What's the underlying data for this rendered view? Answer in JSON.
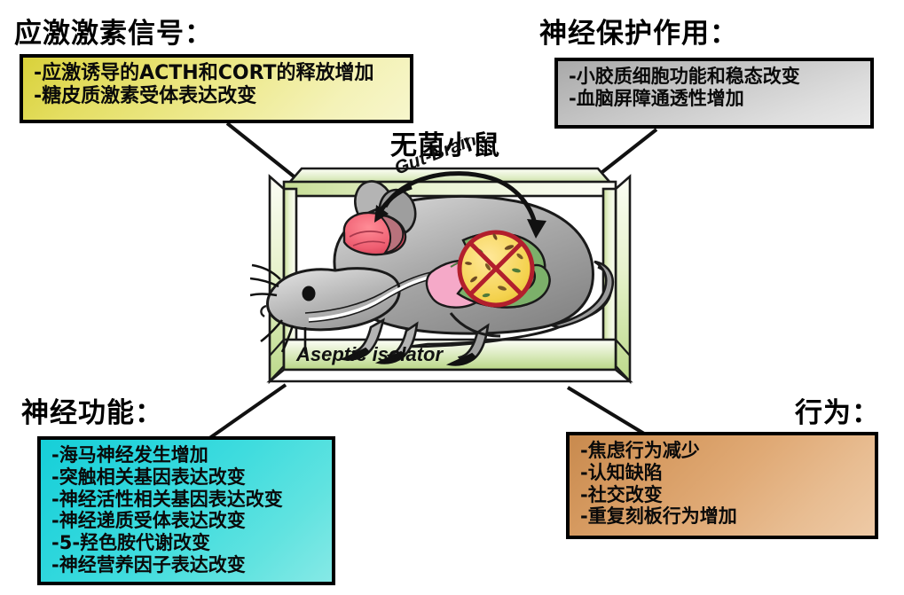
{
  "figure": {
    "center_title": "无菌小鼠",
    "isolator_label": "Aseptic isolator",
    "axis_label": "Gut-Brain axis"
  },
  "panels": {
    "stress": {
      "heading": "应激激素信号：",
      "accent": "#e8e067",
      "items": [
        "-应激诱导的ACTH和CORT的释放增加",
        "-糖皮质激素受体表达改变"
      ]
    },
    "neuroprotection": {
      "heading": "神经保护作用：",
      "accent": "#c8c8c8",
      "items": [
        "-小胶质细胞功能和稳态改变",
        "-血脑屏障通透性增加"
      ]
    },
    "neurofunction": {
      "heading": "神经功能：",
      "accent": "#3dd9dd",
      "items": [
        "-海马神经发生增加",
        "-突触相关基因表达改变",
        "-神经活性相关基因表达改变",
        "-神经递质受体表达改变",
        "-5-羟色胺代谢改变",
        "-神经营养因子表达改变"
      ]
    },
    "behavior": {
      "heading": "行为：",
      "accent": "#e0aa76",
      "items": [
        "-焦虑行为减少",
        "-认知缺陷",
        "-社交改变",
        "-重复刻板行为增加"
      ]
    }
  }
}
